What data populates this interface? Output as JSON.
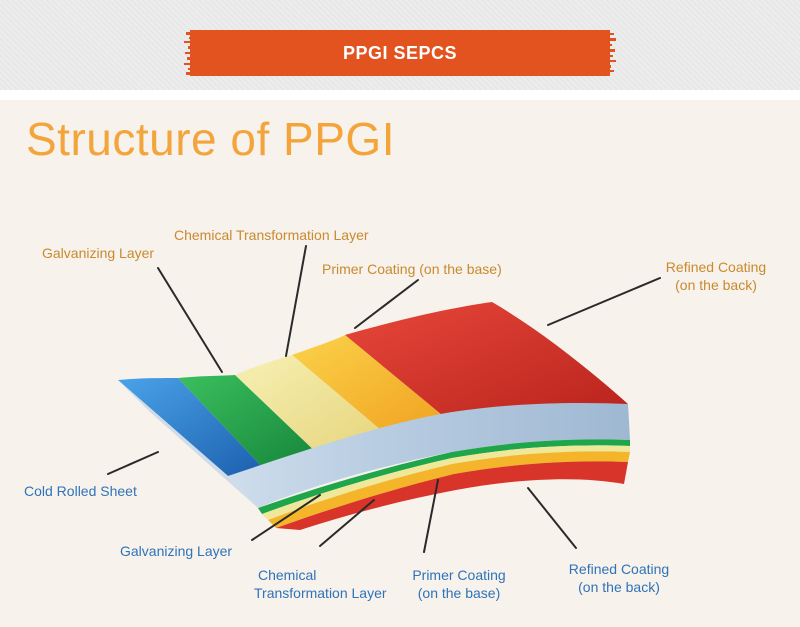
{
  "banner": {
    "label": "PPGI SEPCS",
    "color": "#e2531f"
  },
  "title": "Structure of PPGI",
  "colors": {
    "title": "#f3a53c",
    "label_top": "#c98a2e",
    "label_bottom": "#2f73b8",
    "layer_cold_rolled_sheet": "#2a7fd1",
    "layer_galvanizing": "#1fa64b",
    "layer_chemical_transformation": "#e8e08a",
    "layer_primer_coating": "#f5b52a",
    "layer_refined_coating": "#d9342a"
  },
  "labels_top": {
    "galvanizing": "Galvanizing Layer",
    "chemical": "Chemical Transformation Layer",
    "primer": "Primer Coating (on the base)",
    "refined_line1": "Refined Coating",
    "refined_line2": "(on the back)"
  },
  "labels_bottom": {
    "cold_rolled": "Cold Rolled Sheet",
    "galvanizing": "Galvanizing Layer",
    "chemical_line1": "Chemical",
    "chemical_line2": "Transformation Layer",
    "primer_line1": "Primer Coating",
    "primer_line2": "(on the base)",
    "refined_line1": "Refined Coating",
    "refined_line2": "(on the back)"
  }
}
